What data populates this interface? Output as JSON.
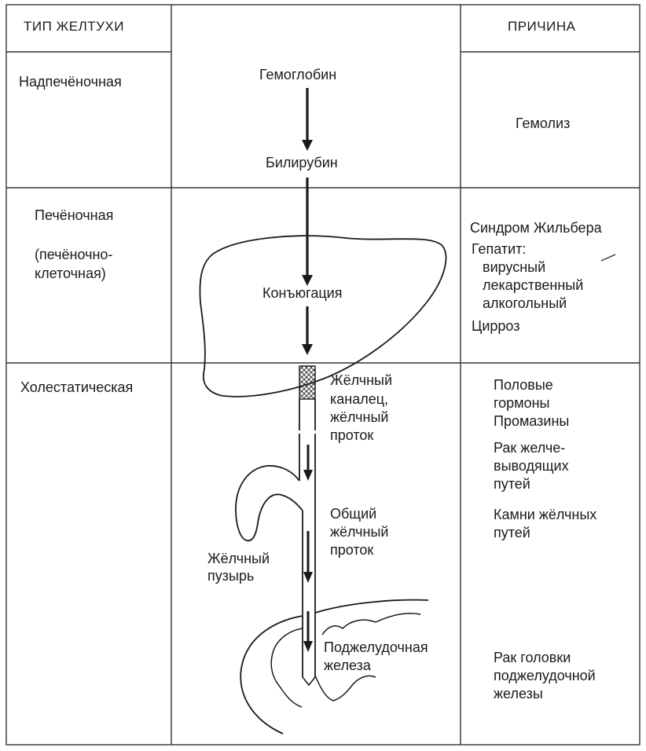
{
  "header": {
    "type_label": "ТИП ЖЕЛТУХИ",
    "cause_label": "ПРИЧИНА"
  },
  "rows": [
    {
      "type": "Надпечёночная",
      "causes": [
        "Гемолиз"
      ]
    },
    {
      "type": "Печёночная",
      "subtype": [
        "(печёночно-",
        "клеточная)"
      ],
      "causes": [
        "Синдром Жильбера",
        "Гепатит:",
        "вирусный",
        "лекарственный",
        "алкогольный",
        "Цирроз"
      ]
    },
    {
      "type": "Холестатическая",
      "causes": [
        "Половые",
        "гормоны",
        "Промазины",
        "Рак желче-",
        "выводящих",
        "путей",
        "Камни жёлчных",
        "путей",
        "Рак головки",
        "поджелудочной",
        "железы"
      ]
    }
  ],
  "pathway": {
    "hemoglobin": "Гемоглобин",
    "bilirubin": "Билирубин",
    "conjugation": "Конъюгация",
    "bile_canaliculus": [
      "Жёлчный",
      "каналец,",
      "жёлчный",
      "проток"
    ],
    "common_bile_duct": [
      "Общий",
      "жёлчный",
      "проток"
    ],
    "gallbladder": [
      "Жёлчный",
      "пузырь"
    ],
    "pancreas": [
      "Поджелудочная",
      "железа"
    ]
  }
}
